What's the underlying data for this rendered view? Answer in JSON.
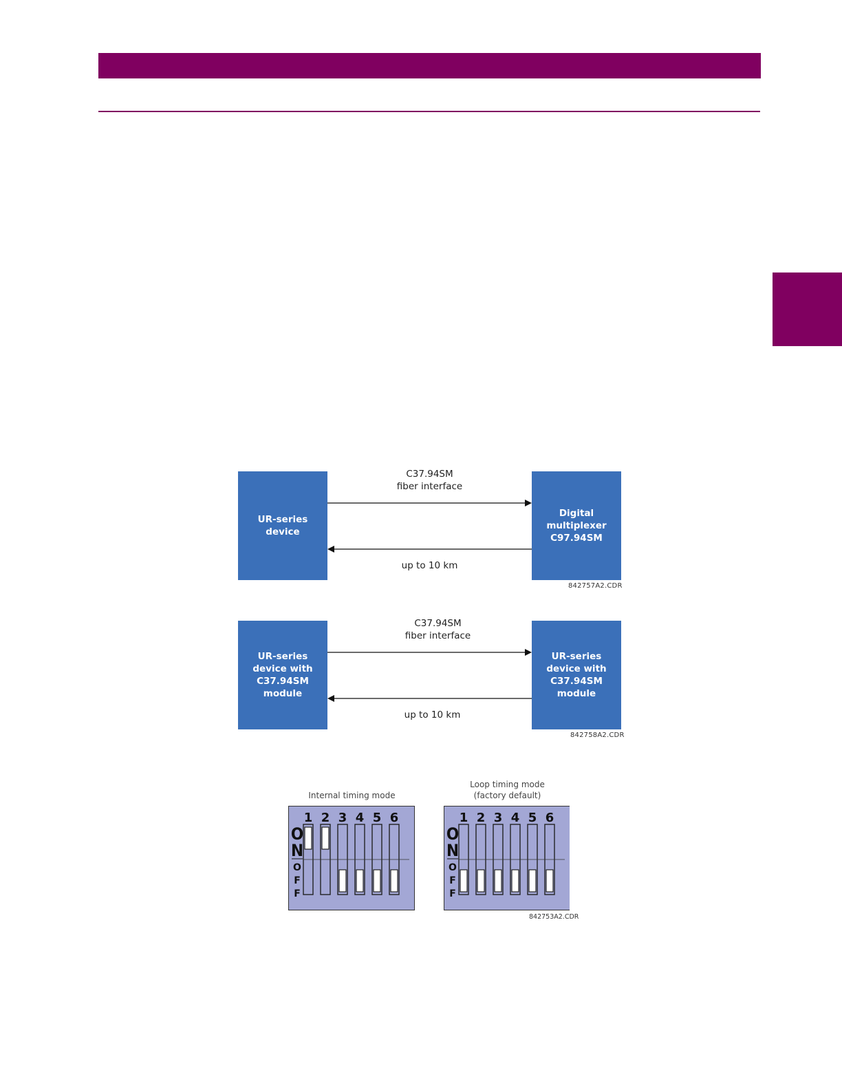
{
  "colors": {
    "brand": "#800060",
    "block": "#3b70b9",
    "dip_body": "#a3a7d5"
  },
  "diagram1": {
    "left_block": "UR-series\ndevice",
    "right_block": "Digital\nmultiplexer\nC97.94SM",
    "top_label": "C37.94SM\nfiber interface",
    "bottom_label": "up to 10 km",
    "code": "842757A2.CDR"
  },
  "diagram2": {
    "left_block": "UR-series\ndevice with\nC37.94SM\nmodule",
    "right_block": "UR-series\ndevice with\nC37.94SM\nmodule",
    "top_label": "C37.94SM\nfiber interface",
    "bottom_label": "up to 10 km",
    "code": "842758A2.CDR"
  },
  "dip_switches": {
    "on_label": "ON",
    "off_label": "OFF",
    "numbers": [
      "1",
      "2",
      "3",
      "4",
      "5",
      "6"
    ],
    "internal": {
      "caption": "Internal timing mode",
      "states": [
        "on",
        "on",
        "off",
        "off",
        "off",
        "off"
      ]
    },
    "loop": {
      "caption": "Loop timing mode\n(factory default)",
      "states": [
        "off",
        "off",
        "off",
        "off",
        "off",
        "off"
      ]
    },
    "code": "842753A2.CDR"
  }
}
